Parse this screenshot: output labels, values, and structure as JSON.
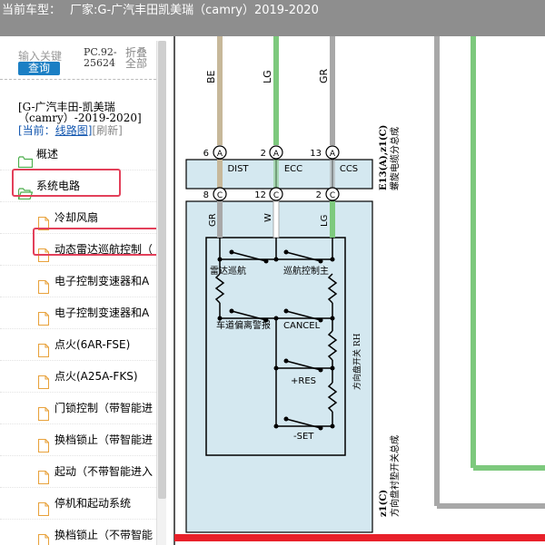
{
  "titlebar": {
    "prefix": "当前车型：",
    "model": "厂家:G-广汽丰田凯美瑞（camry）2019-2020"
  },
  "sidebar": {
    "search_placeholder": "输入关键",
    "search_button": "查询",
    "pc_code": "PC.92-25624",
    "collapse_all": "折叠全部",
    "vehicle_title": "[G-广汽丰田-凯美瑞（camry）-2019-2020]",
    "current_prefix": "[当前：",
    "current_view": "线路图",
    "current_suffix": "]",
    "refresh": "[刷新]",
    "items": [
      {
        "label": "概述",
        "type": "folder",
        "depth": 0
      },
      {
        "label": "系统电路",
        "type": "folder-open",
        "depth": 0,
        "highlighted": true
      },
      {
        "label": "冷却风扇",
        "type": "file",
        "depth": 1
      },
      {
        "label": "动态雷达巡航控制（",
        "type": "file",
        "depth": 1,
        "highlighted": true
      },
      {
        "label": "电子控制变速器和A",
        "type": "file",
        "depth": 1
      },
      {
        "label": "电子控制变速器和A",
        "type": "file",
        "depth": 1
      },
      {
        "label": "点火(6AR-FSE)",
        "type": "file",
        "depth": 1
      },
      {
        "label": "点火(A25A-FKS)",
        "type": "file",
        "depth": 1
      },
      {
        "label": "门锁控制（带智能进",
        "type": "file",
        "depth": 1
      },
      {
        "label": "换档锁止（带智能进",
        "type": "file",
        "depth": 1
      },
      {
        "label": "起动（不带智能进入",
        "type": "file",
        "depth": 1
      },
      {
        "label": "停机和起动系统",
        "type": "file",
        "depth": 1
      },
      {
        "label": "换档锁止（不带智能",
        "type": "file",
        "depth": 1
      }
    ]
  },
  "diagram": {
    "wires_top": [
      "BE",
      "LG",
      "GR"
    ],
    "connector_top": {
      "pins": [
        "6",
        "2",
        "13"
      ],
      "pin_letter": "A",
      "labels": [
        "DIST",
        "ECC",
        "CCS"
      ],
      "id": "E13(A),z1(C)",
      "name": "螺旋电缆分总成"
    },
    "connector_bottom": {
      "pins": [
        "8",
        "12",
        "2"
      ],
      "pin_letter": "C"
    },
    "wires_mid": [
      "GR",
      "W",
      "LG"
    ],
    "switches": {
      "radar": "雷达巡航",
      "cruise_main": "巡航控制主",
      "lane": "车道偏离警报",
      "cancel": "CANCEL",
      "res": "+RES",
      "set": "-SET",
      "steering_switch": "方向盘开关 RH"
    },
    "pad_label": {
      "id": "z1(C)",
      "name": "方向盘衬垫开关总成"
    },
    "colors": {
      "wire_be": "#c7b89a",
      "wire_lg": "#7dc97d",
      "wire_gr": "#a8a8a8",
      "box_fill": "#d4e8f0",
      "frame_red": "#e8202a"
    }
  }
}
